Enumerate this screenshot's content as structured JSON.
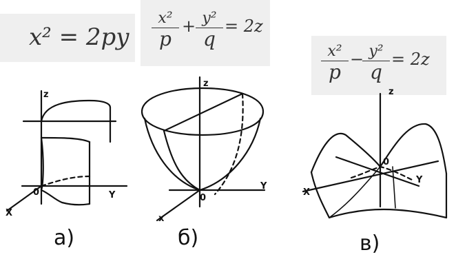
{
  "panels": [
    {
      "caption": "а)",
      "equation": {
        "text": "x² = 2py"
      },
      "axes": {
        "z": "z",
        "x": "X",
        "y": "Y",
        "origin": "0"
      }
    },
    {
      "caption": "б)",
      "equation": {
        "frac1_num": "x²",
        "frac1_den": "p",
        "op1": "+",
        "frac2_num": "y²",
        "frac2_den": "q",
        "rhs": "= 2z"
      },
      "axes": {
        "z": "z",
        "x": "x",
        "y": "Y",
        "origin": "0"
      }
    },
    {
      "caption": "в)",
      "equation": {
        "frac1_num": "x²",
        "frac1_den": "p",
        "op1": "−",
        "frac2_num": "y²",
        "frac2_den": "q",
        "rhs": "= 2z"
      },
      "axes": {
        "z": "z",
        "x": "X",
        "y": "Y",
        "origin": "0"
      }
    }
  ]
}
